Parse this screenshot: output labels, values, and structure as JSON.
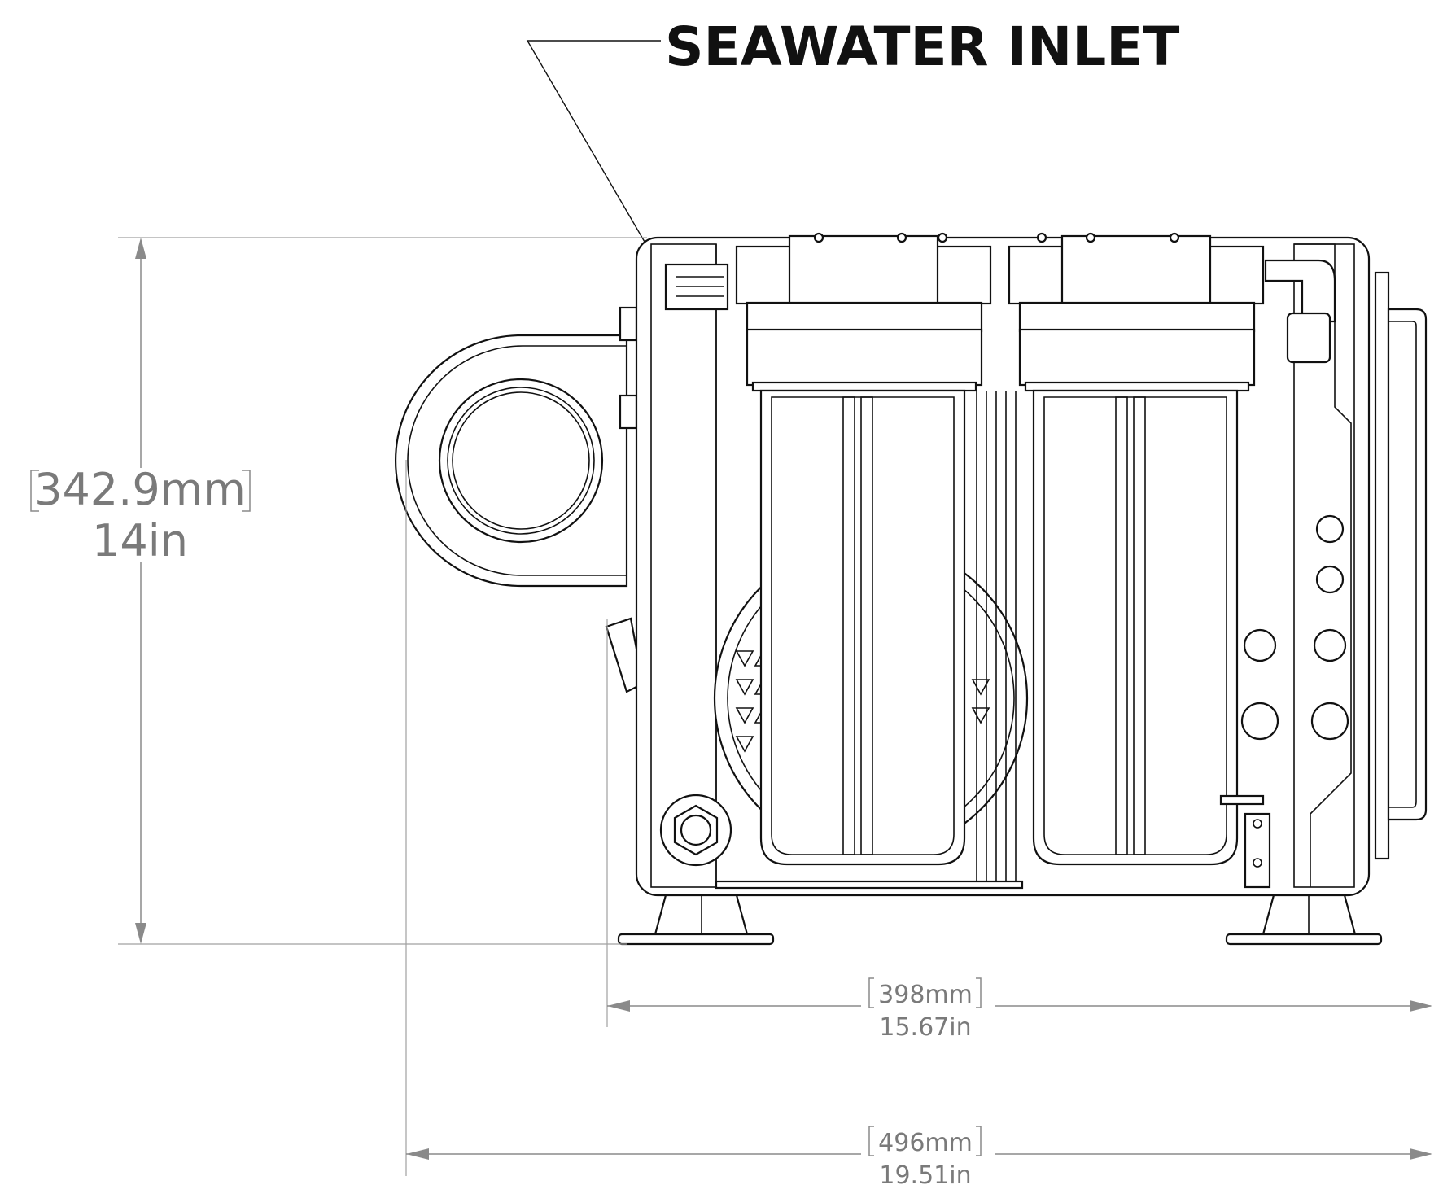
{
  "callout": {
    "label": "SEAWATER INLET"
  },
  "dimensions": {
    "height": {
      "metric": "342.9mm",
      "imperial": "14in"
    },
    "frame_width": {
      "metric": "398mm",
      "imperial": "15.67in"
    },
    "overall_width": {
      "metric": "496mm",
      "imperial": "19.51in"
    }
  },
  "colors": {
    "drawing_line": "#111111",
    "dimension": "#8a8a8a"
  }
}
